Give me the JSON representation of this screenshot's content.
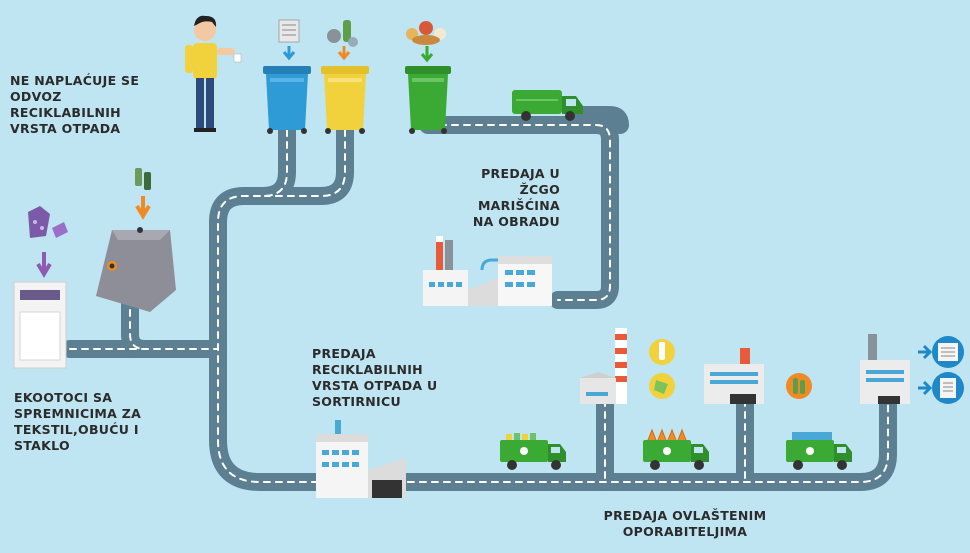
{
  "labels": {
    "no_charge": [
      "NE NAPLAĆUJE SE",
      "ODVOZ",
      "RECIKLABILNIH",
      "VRSTA OTPADA"
    ],
    "handover_zcgo": [
      "PREDAJA U",
      "ŽCGO",
      "MARIŠĆINA",
      "NA OBRADU"
    ],
    "eco_islands": [
      "EKOOTOCI SA",
      "SPREMNICIMA ZA",
      "TEKSTIL,OBUĆU I",
      "STAKLO"
    ],
    "handover_sorting": [
      "PREDAJA",
      "RECIKLABILNIH",
      "VRSTA OTPADA U",
      "SORTIRNICU"
    ],
    "handover_recyclers": [
      "PREDAJA OVLAŠTENIM",
      "OPORABITELJIMA"
    ]
  },
  "colors": {
    "background": "#bfe4f2",
    "road": "#5d7f92",
    "road_line": "#ffffff",
    "bin_paper": "#2f9bd6",
    "bin_plastic": "#f2d23c",
    "bin_bio": "#3aaa35",
    "truck": "#3aaa35",
    "arrow_orange": "#f08a24",
    "arrow_purple": "#8e5bb0",
    "circle_blue": "#1e88c8",
    "circle_yellow": "#f2d23c",
    "circle_orange": "#f08a24"
  },
  "icons": [
    "person-icon",
    "paper-bin-icon",
    "plastic-bin-icon",
    "bio-bin-icon",
    "garbage-truck-icon",
    "factory-icon",
    "textile-container-icon",
    "glass-container-icon",
    "newspaper-icon",
    "document-icon",
    "bottle-icon"
  ]
}
